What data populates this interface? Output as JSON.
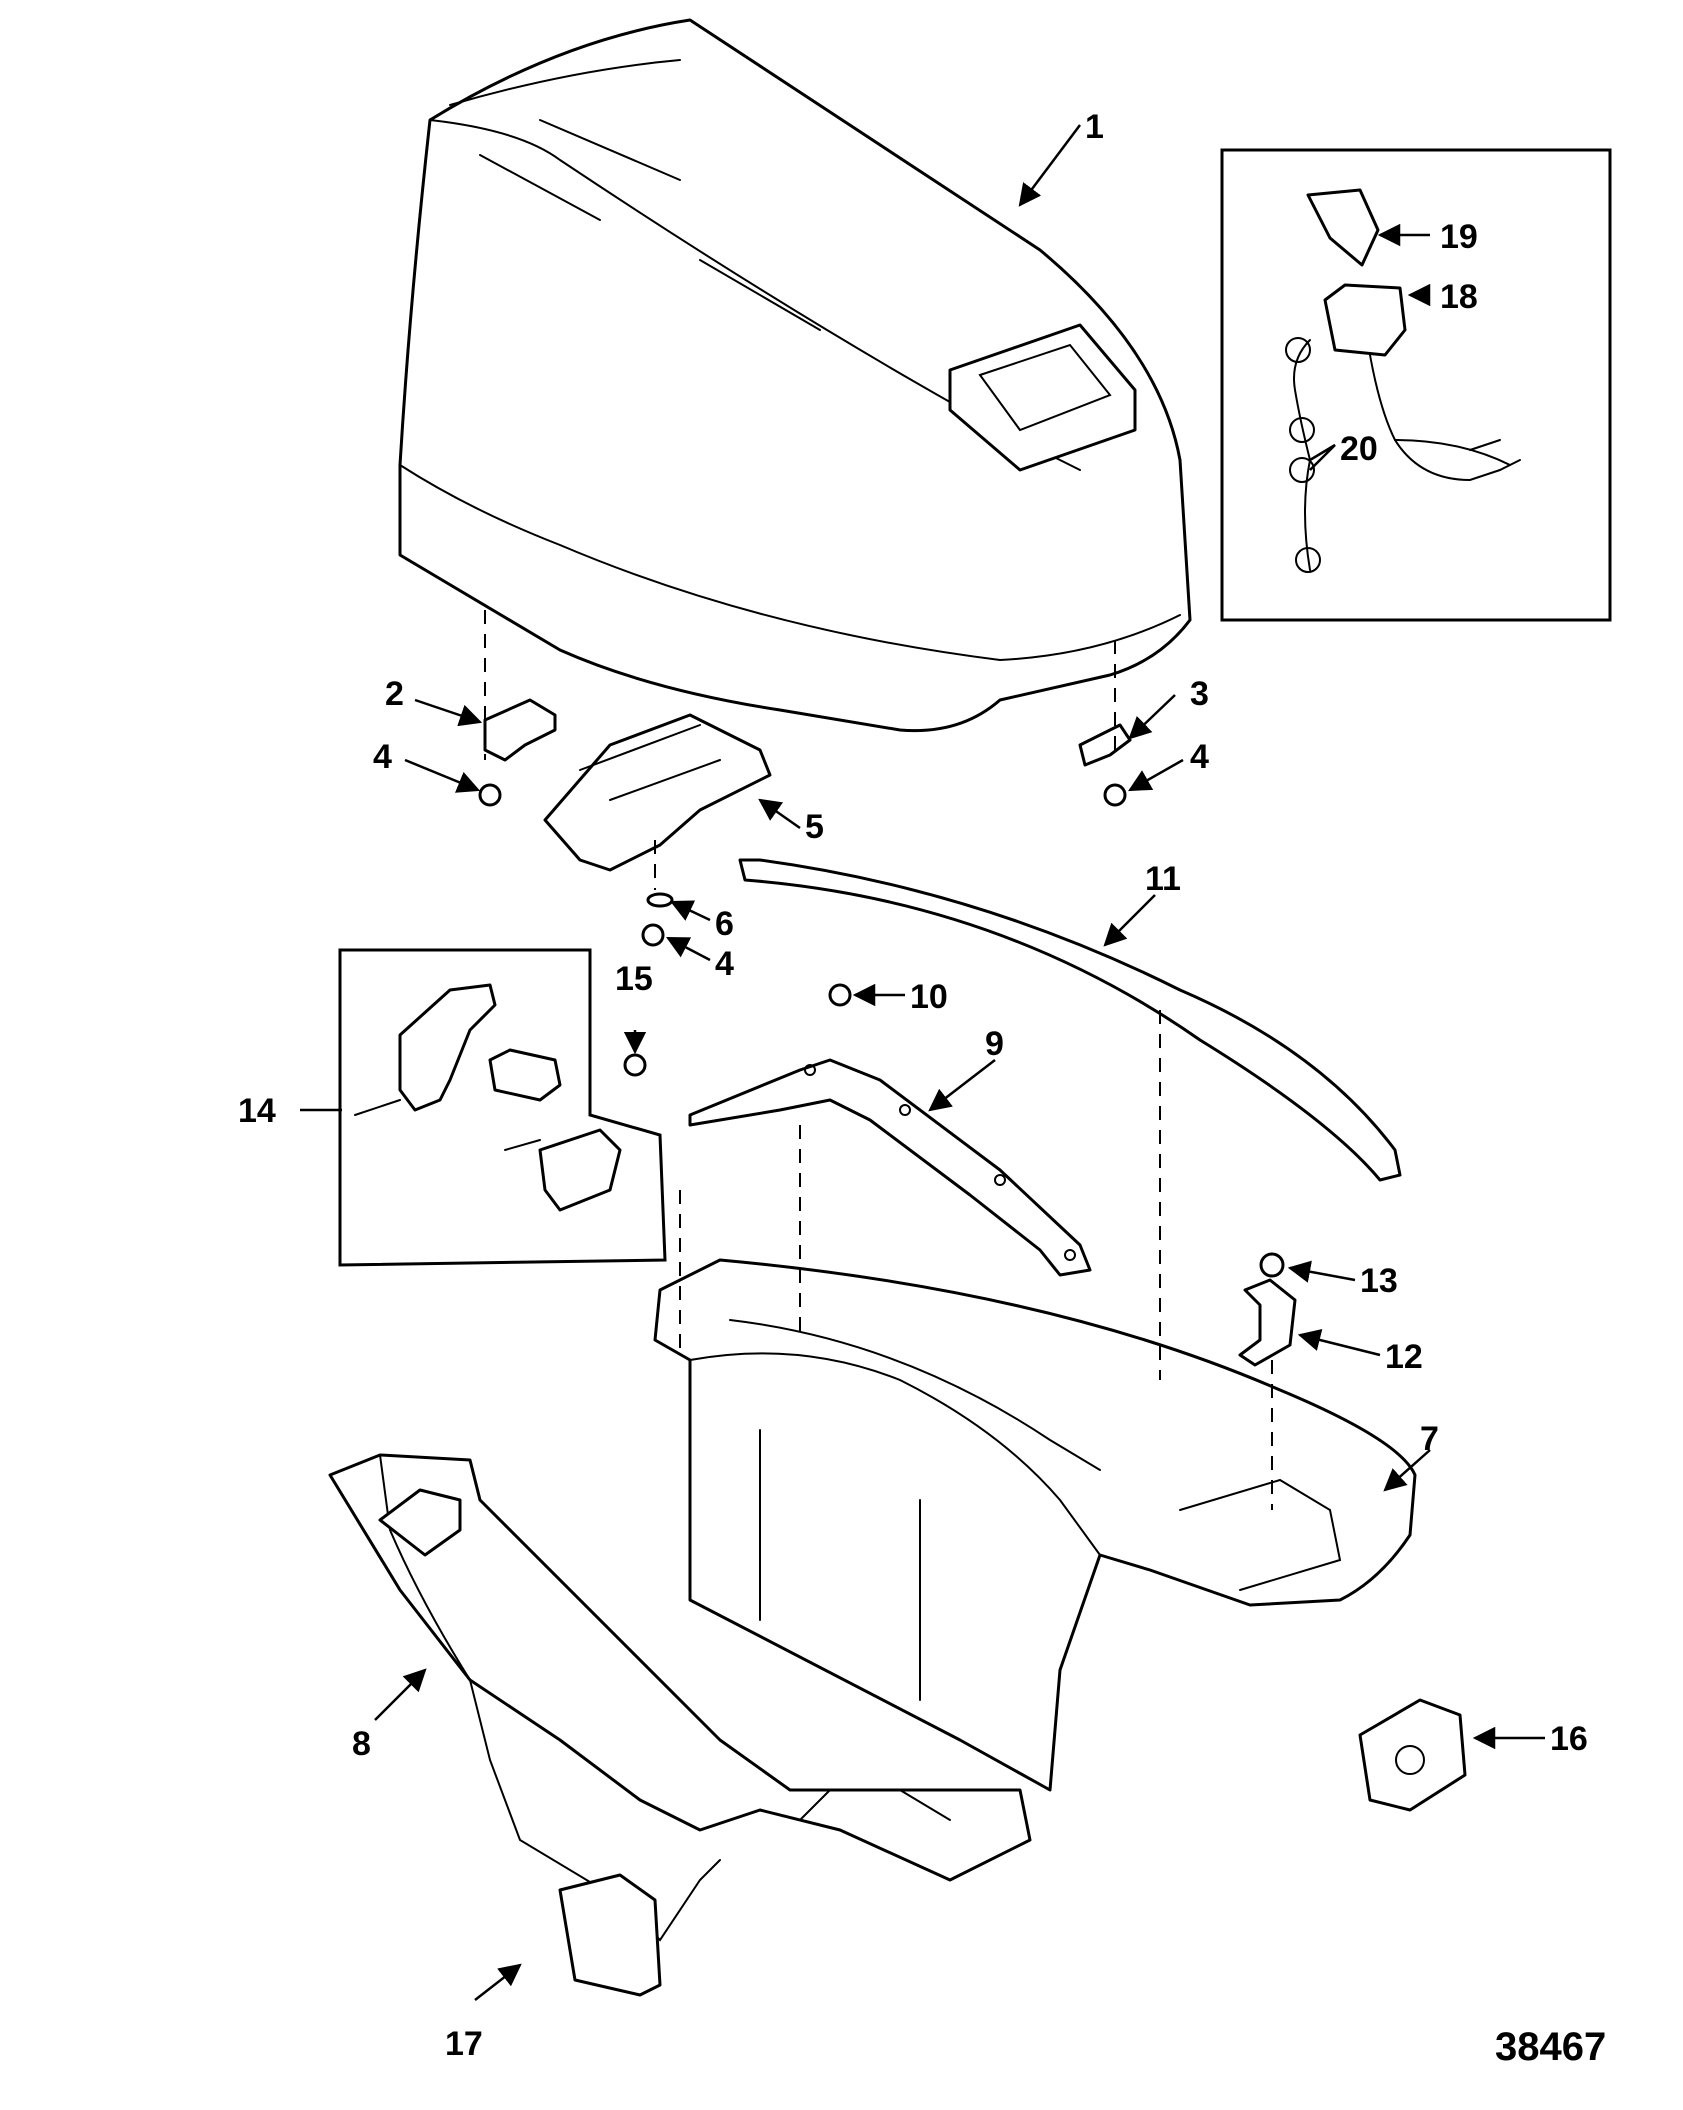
{
  "figure_number": "38467",
  "callouts": {
    "c1": "1",
    "c2": "2",
    "c3": "3",
    "c4a": "4",
    "c4b": "4",
    "c4c": "4",
    "c5": "5",
    "c6": "6",
    "c7": "7",
    "c8": "8",
    "c9": "9",
    "c10": "10",
    "c11": "11",
    "c12": "12",
    "c13": "13",
    "c14": "14",
    "c15": "15",
    "c16": "16",
    "c17": "17",
    "c18": "18",
    "c19": "19",
    "c20": "20"
  }
}
